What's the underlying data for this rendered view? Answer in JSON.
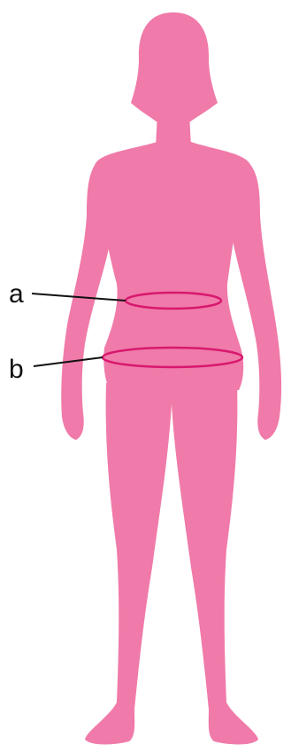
{
  "figure": {
    "silhouette_color": "#f07aa9",
    "ring_color": "#d8186e",
    "leader_color": "#111111",
    "markers": [
      {
        "label": "a",
        "measure": "waist"
      },
      {
        "label": "b",
        "measure": "hips"
      }
    ]
  }
}
